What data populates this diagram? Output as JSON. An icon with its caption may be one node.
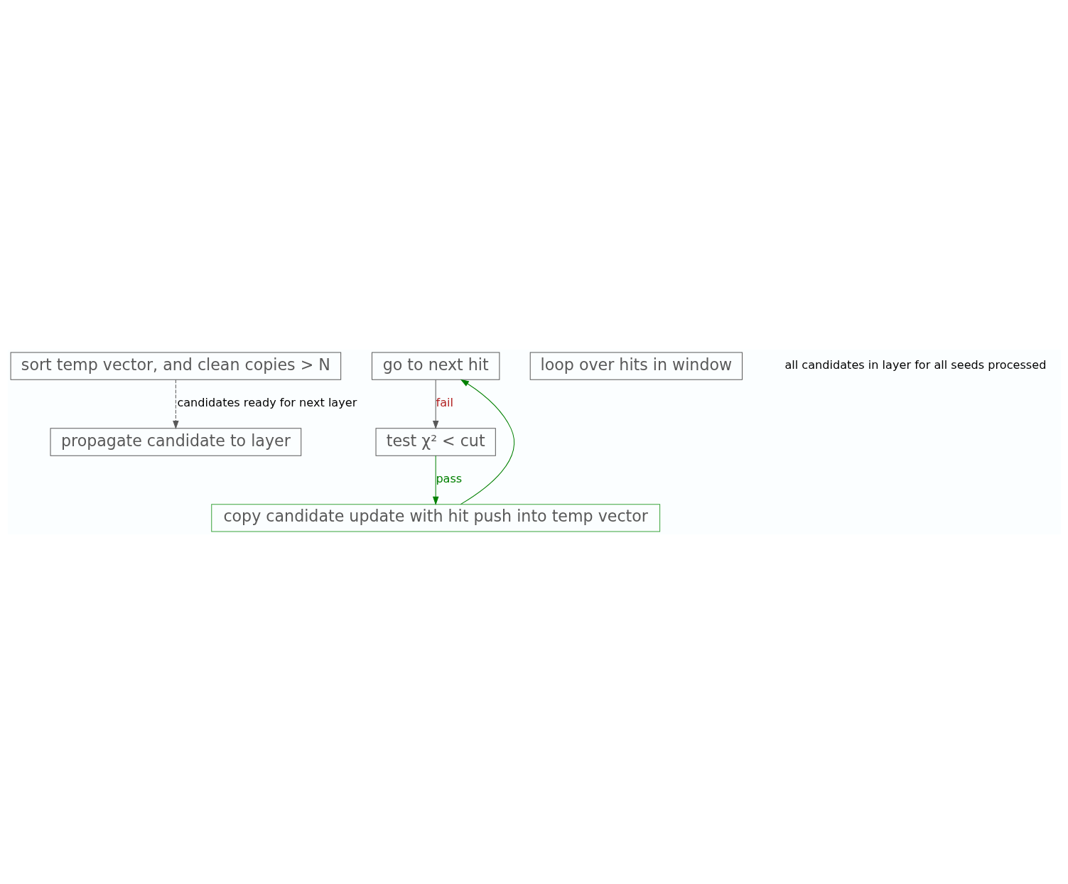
{
  "diagram": {
    "nodes": [
      {
        "text": [
          "sort temp vector, and clean copies > N"
        ]
      },
      {
        "text": [
          "go to next hit"
        ]
      },
      {
        "text": [
          "copy candidate update with hit push into temp vector"
        ]
      },
      {
        "text": [
          "test χ² < cut"
        ]
      },
      {
        "text": [
          "loop over hits in window"
        ]
      },
      {
        "text": [
          "propagate candidate to layer"
        ]
      }
    ],
    "edges": [
      {
        "from": 0,
        "to": 5,
        "arrow": "to",
        "label": "candidates ready for next layer",
        "style": "dashed",
        "color": "#595959"
      },
      {
        "from": 1,
        "to": 3,
        "arrow": "to",
        "label": "fail",
        "color": "#595959"
      },
      {
        "from": 3,
        "to": 2,
        "arrow": "to",
        "label": "pass",
        "color": "#008000"
      },
      {
        "from": 2,
        "to": 1,
        "arrow": "to",
        "color": "#008000"
      }
    ],
    "labels": [
      "all candidates in layer for all seeds processed"
    ]
  }
}
